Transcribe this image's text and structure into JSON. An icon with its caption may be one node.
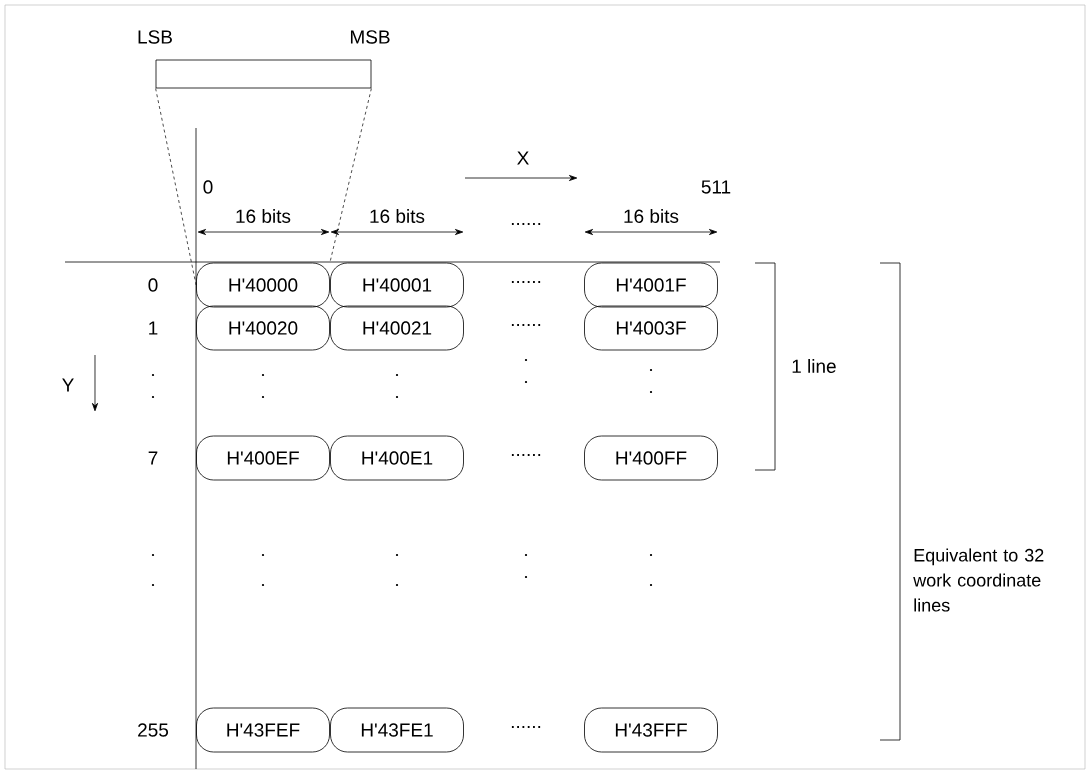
{
  "diagram": {
    "nodes": [
      {
        "text": [],
        "shape": "box"
      },
      {
        "text": [
          "H'40000"
        ]
      },
      {
        "text": [
          "H'40001"
        ]
      },
      {
        "text": [
          "H'4001F"
        ]
      },
      {
        "text": [
          "H'40020"
        ]
      },
      {
        "text": [
          "H'40021"
        ]
      },
      {
        "text": [
          "H'4003F"
        ]
      },
      {
        "text": [
          "H'400EF"
        ]
      },
      {
        "text": [
          "H'400E1"
        ]
      },
      {
        "text": [
          "H'400FF"
        ]
      },
      {
        "text": [
          "H'43FEF"
        ]
      },
      {
        "text": [
          "H'43FE1"
        ]
      },
      {
        "text": [
          "H'43FFF"
        ]
      }
    ],
    "edges": [
      {
        "from": 0,
        "to": 1,
        "arrow": "none",
        "style": "dashed"
      },
      {
        "from": 0,
        "to": 1,
        "arrow": "none",
        "style": "dashed"
      }
    ],
    "labels": [
      "LSB",
      "MSB",
      "X",
      "0",
      "511",
      "16 bits",
      "16 bits",
      "......",
      "16 bits",
      "0",
      "......",
      "1",
      "......",
      "1 line",
      "Y",
      "7",
      "......",
      "Equivalent to 32 work coordinate lines",
      "255",
      "......"
    ]
  }
}
